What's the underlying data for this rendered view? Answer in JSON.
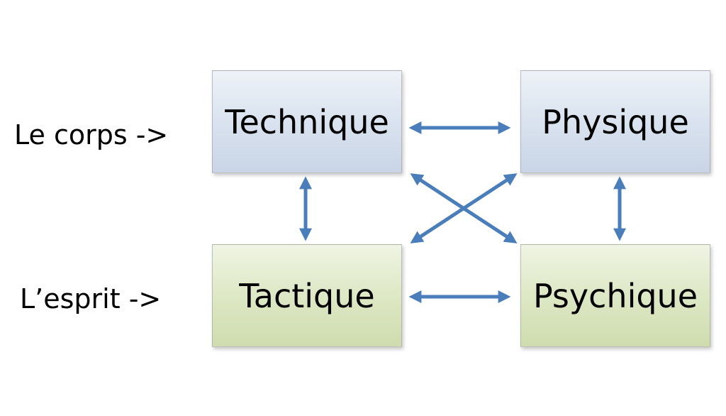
{
  "row_labels": {
    "body": "Le corps ->",
    "mind": "L’esprit ->"
  },
  "boxes": {
    "technique": "Technique",
    "physique": "Physique",
    "tactique": "Tactique",
    "psychique": "Psychique"
  },
  "colors": {
    "arrow": "#4a7ebb",
    "top_row_fill": "#dbe4f0",
    "bottom_row_fill": "#dfe9c8"
  }
}
